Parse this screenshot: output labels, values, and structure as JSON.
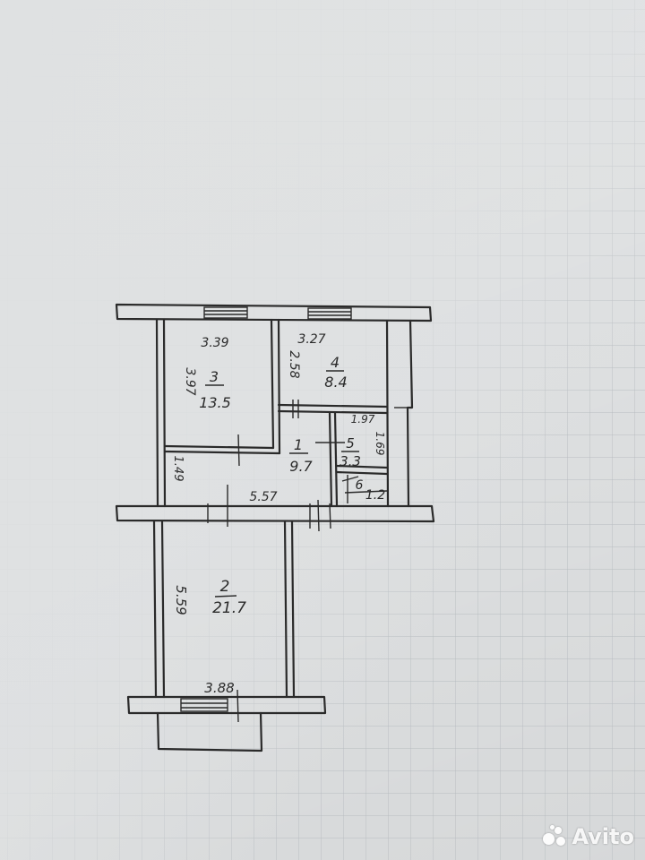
{
  "plan": {
    "rooms": [
      {
        "number": "1",
        "area": "9.7"
      },
      {
        "number": "2",
        "area": "21.7"
      },
      {
        "number": "3",
        "area": "13.5"
      },
      {
        "number": "4",
        "area": "8.4"
      },
      {
        "number": "5",
        "area": "3.3"
      },
      {
        "number": "6",
        "area": "1.2"
      }
    ],
    "dimensions": {
      "d339": "3.39",
      "d327": "3.27",
      "d397": "3.97",
      "d258": "2.58",
      "d197": "1.97",
      "d169": "1.69",
      "d149": "1.49",
      "d557": "5.57",
      "d559": "5.59",
      "d388": "3.88"
    }
  },
  "watermark": {
    "text": "Avito"
  }
}
